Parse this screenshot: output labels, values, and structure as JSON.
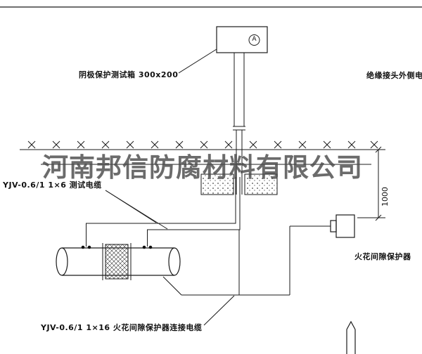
{
  "drawing": {
    "company_watermark": "河南邦信防腐材料有限公司",
    "test_box": {
      "label": "阴极保护测试箱 300x200",
      "terminal_symbol": "A"
    },
    "cables": {
      "test_cable_label": "YJV-0.6/1  1×6   测试电缆",
      "protector_cable_label": "YJV-0.6/1  1×16   火花间隙保护器连接电缆",
      "insulated_joint_cable_label": "绝缘接头外侧电缆"
    },
    "protector": {
      "label": "火花间隙保护器"
    },
    "dimension": {
      "depth": "1000"
    },
    "colors": {
      "line": "#1a1a1a",
      "watermark_gray": "#4b4b4b",
      "background": "#ffffff"
    }
  }
}
